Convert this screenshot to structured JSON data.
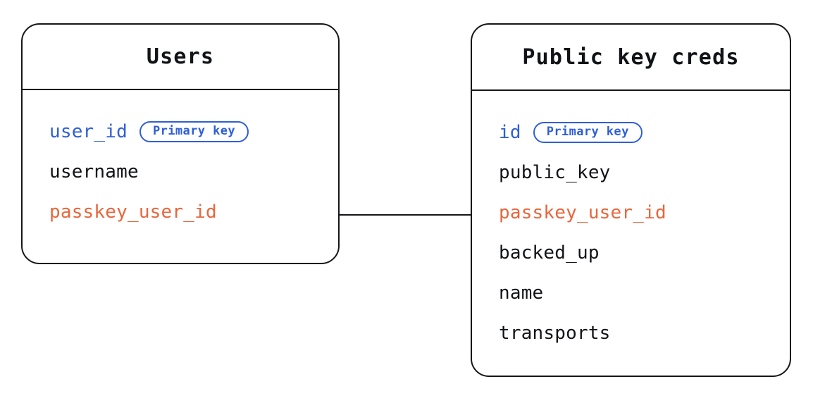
{
  "diagram": {
    "type": "entity-relationship-diagram",
    "background_color": "#ffffff",
    "stroke_color": "#14161a",
    "key_color": "#2f5fd6",
    "foreign_key_color": "#e8663c",
    "text_color": "#111317",
    "badge_label": "Primary key",
    "entities": [
      {
        "id": "users",
        "title": "Users",
        "fields": [
          {
            "name": "user_id",
            "role": "primary-key",
            "badge": "Primary key"
          },
          {
            "name": "username",
            "role": "plain",
            "badge": null
          },
          {
            "name": "passkey_user_id",
            "role": "foreign-key",
            "badge": null
          }
        ]
      },
      {
        "id": "public-key-creds",
        "title": "Public key creds",
        "fields": [
          {
            "name": "id",
            "role": "primary-key",
            "badge": "Primary key"
          },
          {
            "name": "public_key",
            "role": "plain",
            "badge": null
          },
          {
            "name": "passkey_user_id",
            "role": "foreign-key",
            "badge": null
          },
          {
            "name": "backed_up",
            "role": "plain",
            "badge": null
          },
          {
            "name": "name",
            "role": "plain",
            "badge": null
          },
          {
            "name": "transports",
            "role": "plain",
            "badge": null
          }
        ]
      }
    ],
    "relationships": [
      {
        "from_entity": "users",
        "from_field": "passkey_user_id",
        "to_entity": "public-key-creds",
        "to_field": "passkey_user_id"
      }
    ]
  }
}
